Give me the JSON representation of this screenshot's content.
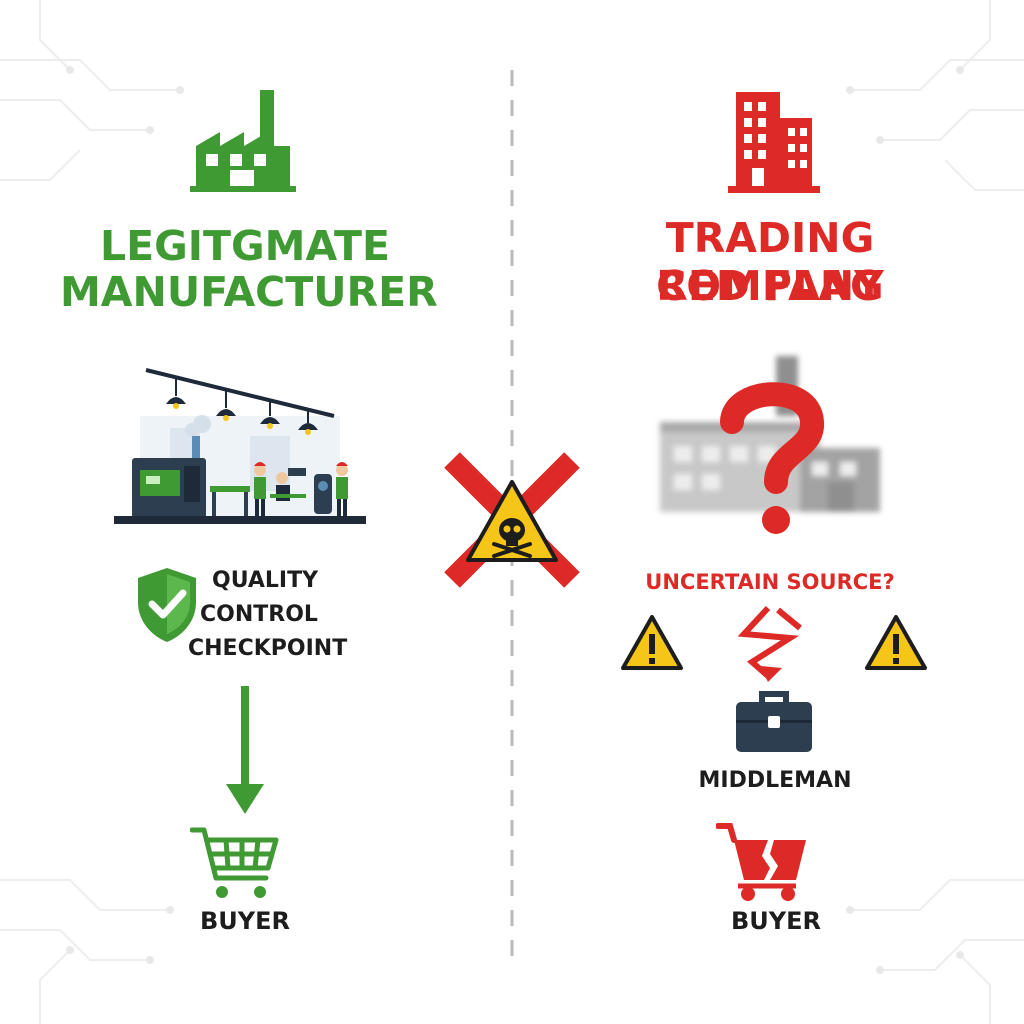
{
  "colors": {
    "legit_green": "#3f9a33",
    "red_flag": "#dd2a26",
    "text_dark": "#1d1d1d",
    "warning_yellow": "#f5c518",
    "divider_gray": "#b9b9b9"
  },
  "left": {
    "icon": "factory-icon",
    "title_line1": "LEGITGMATE",
    "title_line2": "MANUFACTURER",
    "illustration": "factory-floor-illustration",
    "checkpoint": {
      "icon": "shield-check-icon",
      "line1": "QUALITY",
      "line2": "CONTROL",
      "line3": "CHECKPOINT"
    },
    "flow_icon": "arrow-down-icon",
    "buyer": {
      "icon": "shopping-cart-icon",
      "label": "BUYER"
    }
  },
  "center": {
    "icon": "red-x-icon",
    "warning_icon": "skull-warning-icon"
  },
  "right": {
    "icon": "office-building-icon",
    "title_line1": "TRADING COMPANY",
    "title_line2": "RED FLAG",
    "illustration": "blurred-factory-question-mark",
    "uncertain": "UNCERTAIN SOURCE?",
    "warning_icons": [
      "warning-triangle-icon",
      "broken-arrow-icon",
      "warning-triangle-icon"
    ],
    "middleman": {
      "icon": "briefcase-icon",
      "label": "MIDDLEMAN"
    },
    "buyer": {
      "icon": "broken-cart-icon",
      "label": "BUYER"
    }
  }
}
